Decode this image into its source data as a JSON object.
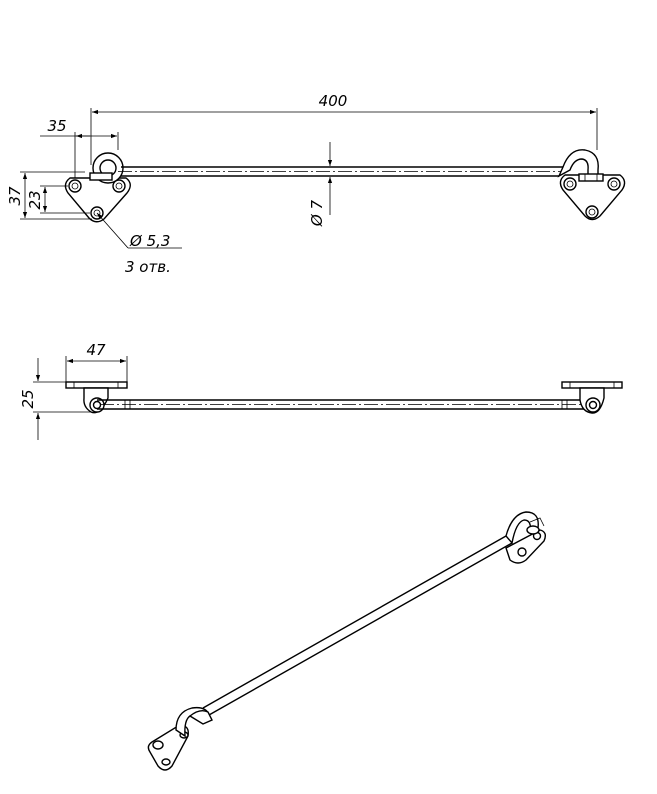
{
  "drawing": {
    "dims": {
      "length": "400",
      "offset": "35",
      "height_total": "37",
      "height_hole": "23",
      "rod_dia": "Ø 7",
      "hole_dia": "Ø 5,3",
      "hole_count": "3 отв.",
      "plate_width": "47",
      "projection": "25"
    }
  }
}
